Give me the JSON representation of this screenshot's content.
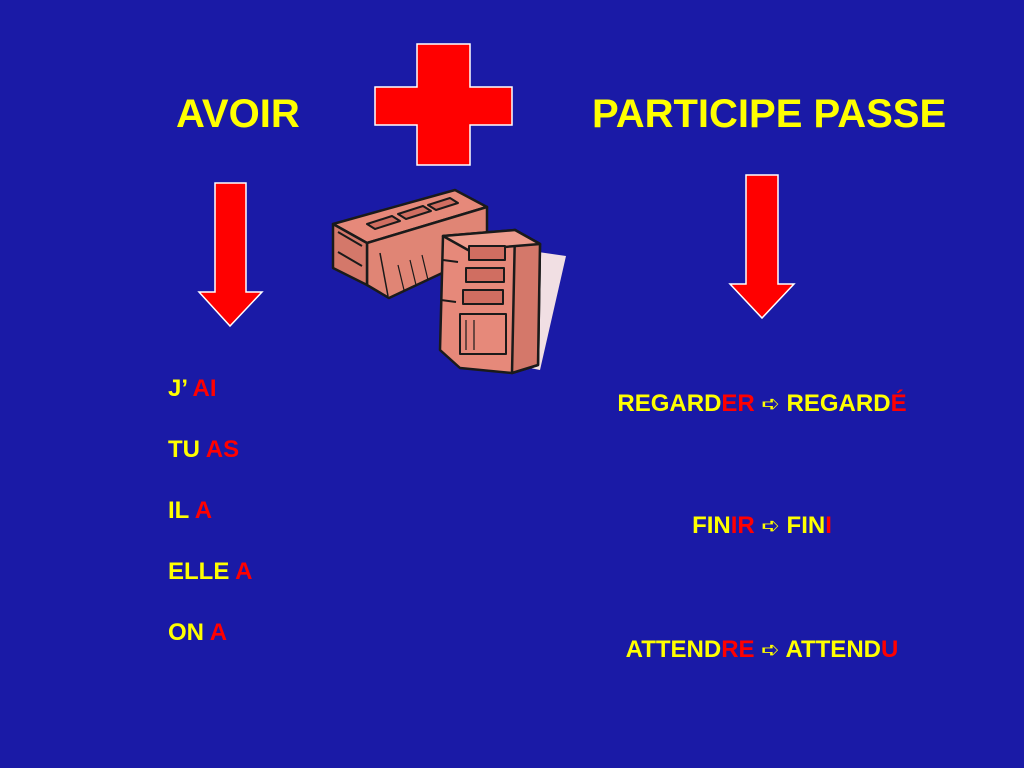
{
  "colors": {
    "background": "#1a1aa6",
    "text_yellow": "#ffff00",
    "accent_red": "#ff0000",
    "brick": "#e6897a"
  },
  "headings": {
    "left": "AVOIR",
    "right": "PARTICIPE PASSE"
  },
  "icons": {
    "plus": "plus-cross-icon",
    "down_arrow": "down-arrow-icon",
    "bricks": "bricks-clipart",
    "small_arrow": "right-arrow-icon"
  },
  "conjugation": [
    {
      "pronoun": "J’",
      "verb": "AI"
    },
    {
      "pronoun": "TU",
      "verb": "AS"
    },
    {
      "pronoun": "IL",
      "verb": "A"
    },
    {
      "pronoun": "ELLE",
      "verb": "A"
    },
    {
      "pronoun": "ON",
      "verb": "A"
    }
  ],
  "rules": [
    {
      "stem": "REGARD",
      "ending": "ER",
      "arrow": "➪",
      "result_stem": "REGARD",
      "result_ending": "É"
    },
    {
      "stem": "FIN",
      "ending": "IR",
      "arrow": "➪",
      "result_stem": "FIN",
      "result_ending": "I"
    },
    {
      "stem": "ATTEND",
      "ending": "RE",
      "arrow": "➪",
      "result_stem": "ATTEND",
      "result_ending": "U"
    }
  ]
}
